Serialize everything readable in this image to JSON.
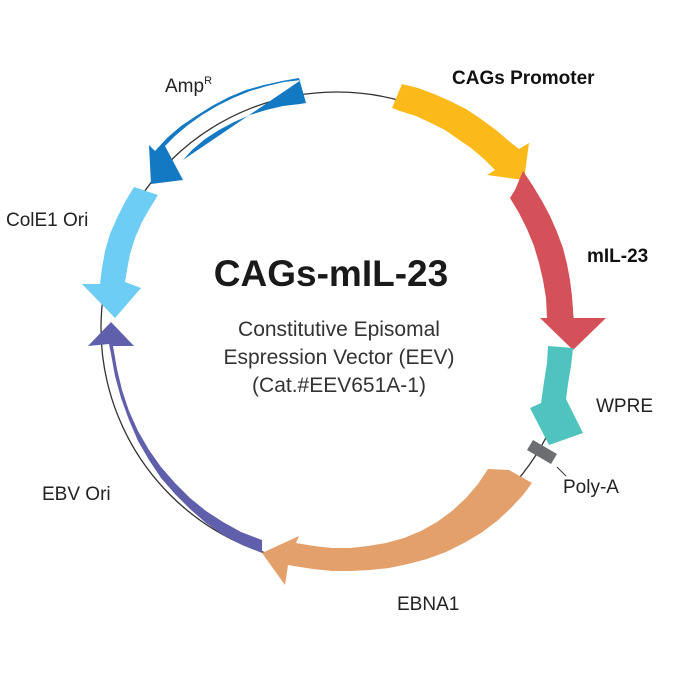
{
  "plasmid": {
    "name": "CAGs-mIL-23",
    "subtitle_lines": [
      "Constitutive Episomal",
      "Espression Vector (EEV)",
      "(Cat.#EEV651A-1)"
    ]
  },
  "features": [
    {
      "id": "cags-promoter",
      "label": "CAGs Promoter",
      "color": "#fbb91a"
    },
    {
      "id": "mil-23",
      "label": "mIL-23",
      "color": "#d4515a"
    },
    {
      "id": "wpre",
      "label": "WPRE",
      "color": "#4fc3bd"
    },
    {
      "id": "poly-a",
      "label": "Poly-A",
      "color": "#6d6e71"
    },
    {
      "id": "ebna1",
      "label": "EBNA1",
      "color": "#e4a06a"
    },
    {
      "id": "ebv-ori",
      "label": "EBV Ori",
      "color": "#5f5fab"
    },
    {
      "id": "cole1-ori",
      "label": "ColE1 Ori",
      "color": "#6dcdf4"
    },
    {
      "id": "ampr",
      "label": "Amp",
      "superscript": "R",
      "color": "#1279c2"
    }
  ],
  "backbone_color": "#333333"
}
